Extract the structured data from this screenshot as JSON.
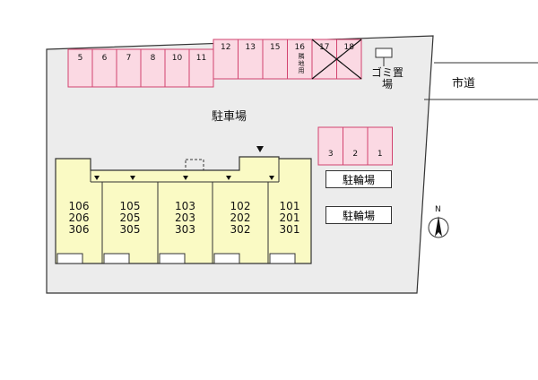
{
  "parking_top": [
    "5",
    "6",
    "7",
    "8",
    "10",
    "11",
    "12",
    "13",
    "15",
    "16",
    "17",
    "18"
  ],
  "neighbor_label": "隣地用",
  "parking_right": [
    "3",
    "2",
    "1"
  ],
  "garbage_label": "ゴミ置場",
  "road_label": "市道",
  "lot_label": "駐車場",
  "bike_labels": [
    "駐輪場",
    "駐輪場"
  ],
  "units": [
    [
      "106",
      "206",
      "306"
    ],
    [
      "105",
      "205",
      "305"
    ],
    [
      "103",
      "203",
      "303"
    ],
    [
      "102",
      "202",
      "302"
    ],
    [
      "101",
      "201",
      "301"
    ]
  ],
  "compass_label": "N",
  "colors": {
    "lot": "#ececec",
    "parking_fill": "#fbd9e3",
    "parking_stroke": "#d2436f",
    "building_fill": "#fafac4"
  }
}
